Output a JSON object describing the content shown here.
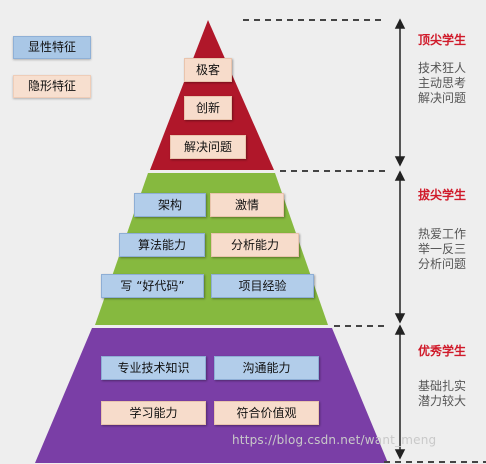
{
  "legend": {
    "explicit": "显性特征",
    "implicit": "隐形特征"
  },
  "tiers": [
    {
      "title": "顶尖学生",
      "traits": [
        "技术狂人",
        "主动思考",
        "解决问题"
      ],
      "boxes": [
        "极客",
        "创新",
        "解决问题"
      ]
    },
    {
      "title": "拔尖学生",
      "traits": [
        "热爱工作",
        "举一反三",
        "分析问题"
      ],
      "boxes": [
        "架构",
        "激情",
        "算法能力",
        "分析能力",
        "写 “好代码”",
        "项目经验"
      ]
    },
    {
      "title": "优秀学生",
      "traits": [
        "基础扎实",
        "潜力较大"
      ],
      "boxes": [
        "专业技术知识",
        "沟通能力",
        "学习能力",
        "符合价值观"
      ]
    }
  ],
  "colors": {
    "top": "#b0172a",
    "middle": "#86b93f",
    "bottom": "#7a3ea6",
    "title_red": "#d01a2a"
  },
  "watermark": "https://blog.csdn.net/want_meng"
}
